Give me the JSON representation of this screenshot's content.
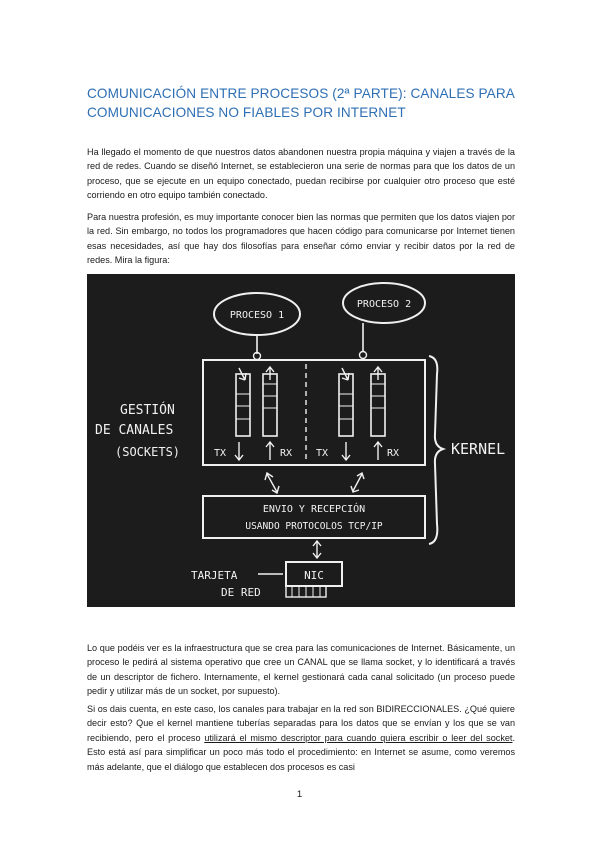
{
  "document": {
    "title_line1": "COMUNICACIÓN ENTRE PROCESOS (2ª PARTE): CANALES PARA",
    "title_line2": "COMUNICACIONES NO FIABLES POR INTERNET",
    "paragraph1": "Ha llegado el momento de que nuestros datos abandonen nuestra propia máquina y viajen a través de la red de redes. Cuando se diseñó Internet, se establecieron una serie de normas para que los datos de un proceso, que se ejecute en un equipo conectado, puedan recibirse por cualquier otro proceso que esté corriendo en otro equipo también conectado.",
    "paragraph2": "Para nuestra profesión, es muy importante conocer bien las normas que permiten que los datos viajen por la red. Sin embargo, no todos los programadores que hacen código para comunicarse por Internet tienen esas necesidades, así que hay dos filosofías para enseñar cómo enviar y recibir datos por la red de redes. Mira la figura:",
    "paragraph3": "Lo que podéis ver es la infraestructura que se crea para las comunicaciones de Internet. Básicamente, un proceso le pedirá al sistema operativo que cree un CANAL que se llama socket, y lo identificará a través de un descriptor de fichero. Internamente, el kernel gestionará cada canal solicitado (un proceso puede pedir y utilizar más de un socket, por supuesto).",
    "paragraph4_a": "Si os dais cuenta, en este caso, los canales para trabajar en la red son BIDIRECCIONALES. ¿Qué quiere decir esto? Que el kernel mantiene tuberías separadas para los datos que se envían y los que se van recibiendo, pero el proceso ",
    "paragraph4_underlined": "utilizará el mismo descriptor para cuando quiera escribir o leer del socket",
    "paragraph4_b": ". Esto está así para simplificar un poco más todo el procedimiento: en Internet se asume, como veremos más adelante, que el diálogo que establecen dos procesos es casi",
    "page_number": "1"
  },
  "figure": {
    "process1": "PROCESO 1",
    "process2": "PROCESO 2",
    "gestion_line1": "GESTIÓN",
    "gestion_line2": "DE CANALES",
    "gestion_line3": "(SOCKETS)",
    "tx": "TX",
    "rx": "RX",
    "kernel": "KERNEL",
    "envio_line1": "ENVIO Y RECEPCIÓN",
    "envio_line2": "USANDO PROTOCOLOS TCP/IP",
    "tarjeta_line1": "TARJETA",
    "tarjeta_line2": "DE RED",
    "nic": "NIC"
  }
}
